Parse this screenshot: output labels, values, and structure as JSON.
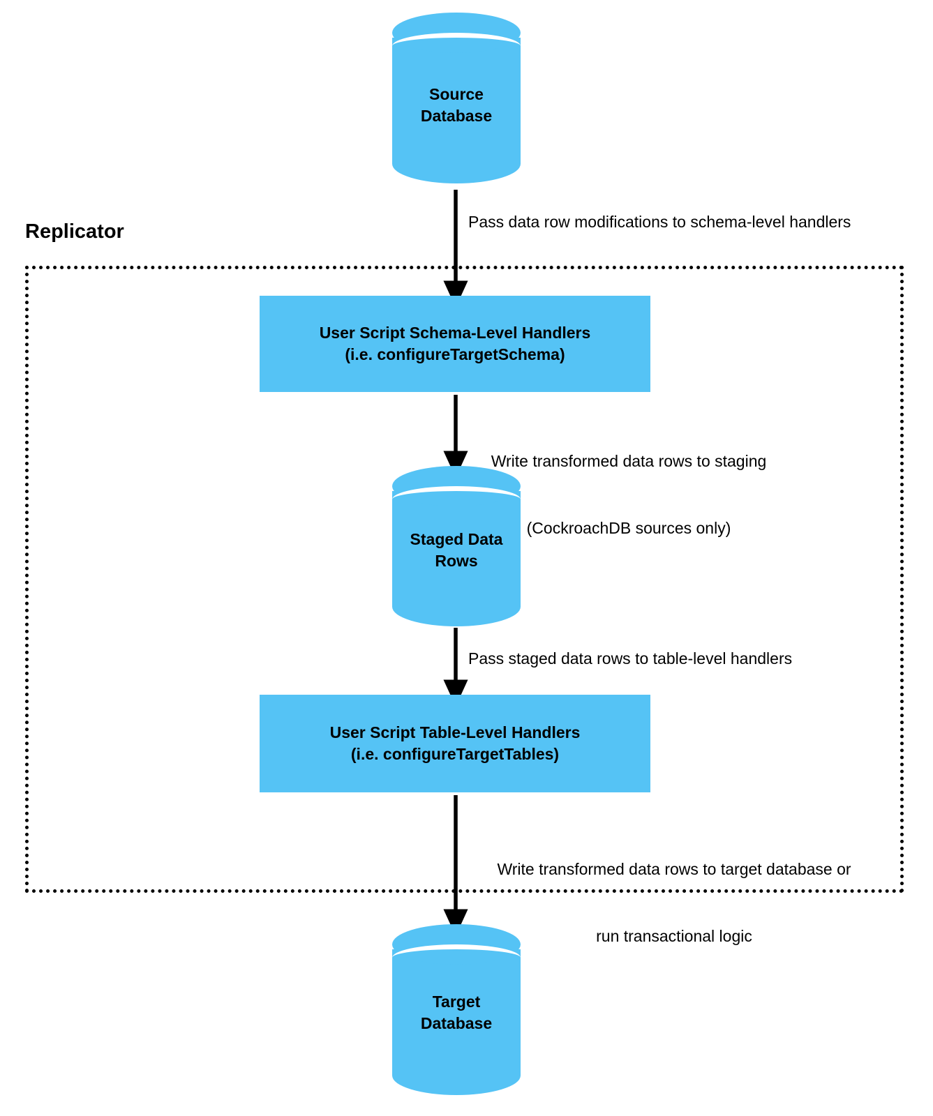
{
  "diagram": {
    "type": "flowchart",
    "title": "Replicator user script data flow",
    "accent_color": "#55C3F5",
    "stroke_color": "#000000",
    "background_color": "#FFFFFF"
  },
  "group": {
    "label": "Replicator",
    "border_style": "dotted"
  },
  "nodes": {
    "source_db": {
      "shape": "cylinder",
      "line1": "Source",
      "line2": "Database"
    },
    "schema_handlers": {
      "shape": "rectangle",
      "line1": "User Script Schema-Level Handlers",
      "line2": "(i.e. configureTargetSchema)"
    },
    "staged_rows": {
      "shape": "cylinder",
      "line1": "Staged Data",
      "line2": "Rows"
    },
    "table_handlers": {
      "shape": "rectangle",
      "line1": "User Script Table-Level Handlers",
      "line2": "(i.e. configureTargetTables)"
    },
    "target_db": {
      "shape": "cylinder",
      "line1": "Target",
      "line2": "Database"
    }
  },
  "edges": [
    {
      "from": "source_db",
      "to": "schema_handlers",
      "label": "Pass data row modifications to schema-level handlers"
    },
    {
      "from": "schema_handlers",
      "to": "staged_rows",
      "label_line1": "Write transformed data rows to staging",
      "label_line2": "(CockroachDB sources only)"
    },
    {
      "from": "staged_rows",
      "to": "table_handlers",
      "label": "Pass staged data rows to table-level handlers"
    },
    {
      "from": "table_handlers",
      "to": "target_db",
      "label_line1": "Write transformed data rows to target database or",
      "label_line2": "run transactional logic"
    }
  ]
}
